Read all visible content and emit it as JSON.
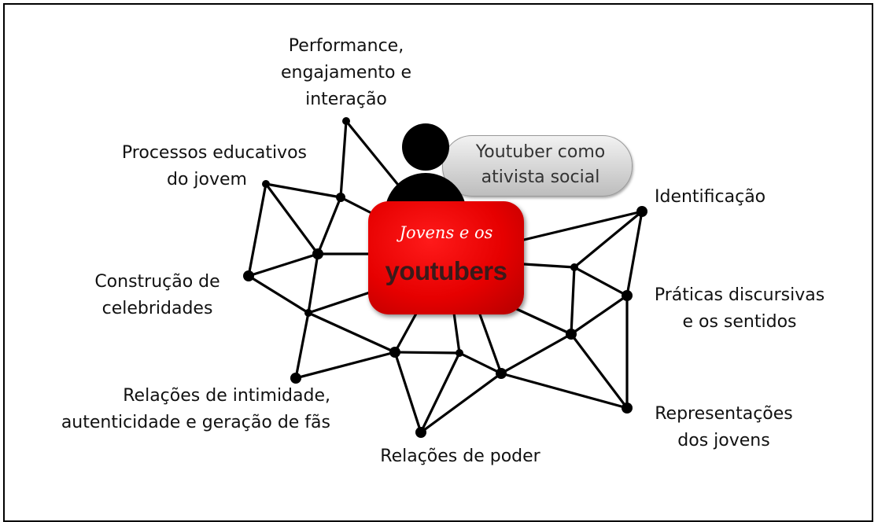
{
  "center": {
    "script_text": "Jovens e os",
    "main_text": "youtubers"
  },
  "callout": {
    "line1": "Youtuber como",
    "line2": "ativista social"
  },
  "labels": {
    "performance": [
      "Performance,",
      "engajamento e",
      "interação"
    ],
    "processos": [
      "Processos educativos",
      "do jovem"
    ],
    "construcao": [
      "Construção de",
      "celebridades"
    ],
    "relacoes_intimidade": [
      "Relações de intimidade,",
      "autenticidade e geração de fãs"
    ],
    "relacoes_poder": [
      "Relações de poder"
    ],
    "representacoes": [
      "Representações",
      "dos jovens"
    ],
    "praticas": [
      "Práticas discursivas",
      "e os sentidos"
    ],
    "identificacao": [
      "Identificação"
    ]
  },
  "colors": {
    "center_red": "#e60000",
    "line": "#000000",
    "node": "#000000",
    "pill_gray": "#d6d6d6"
  },
  "icons": {
    "person": "person-silhouette-icon"
  }
}
